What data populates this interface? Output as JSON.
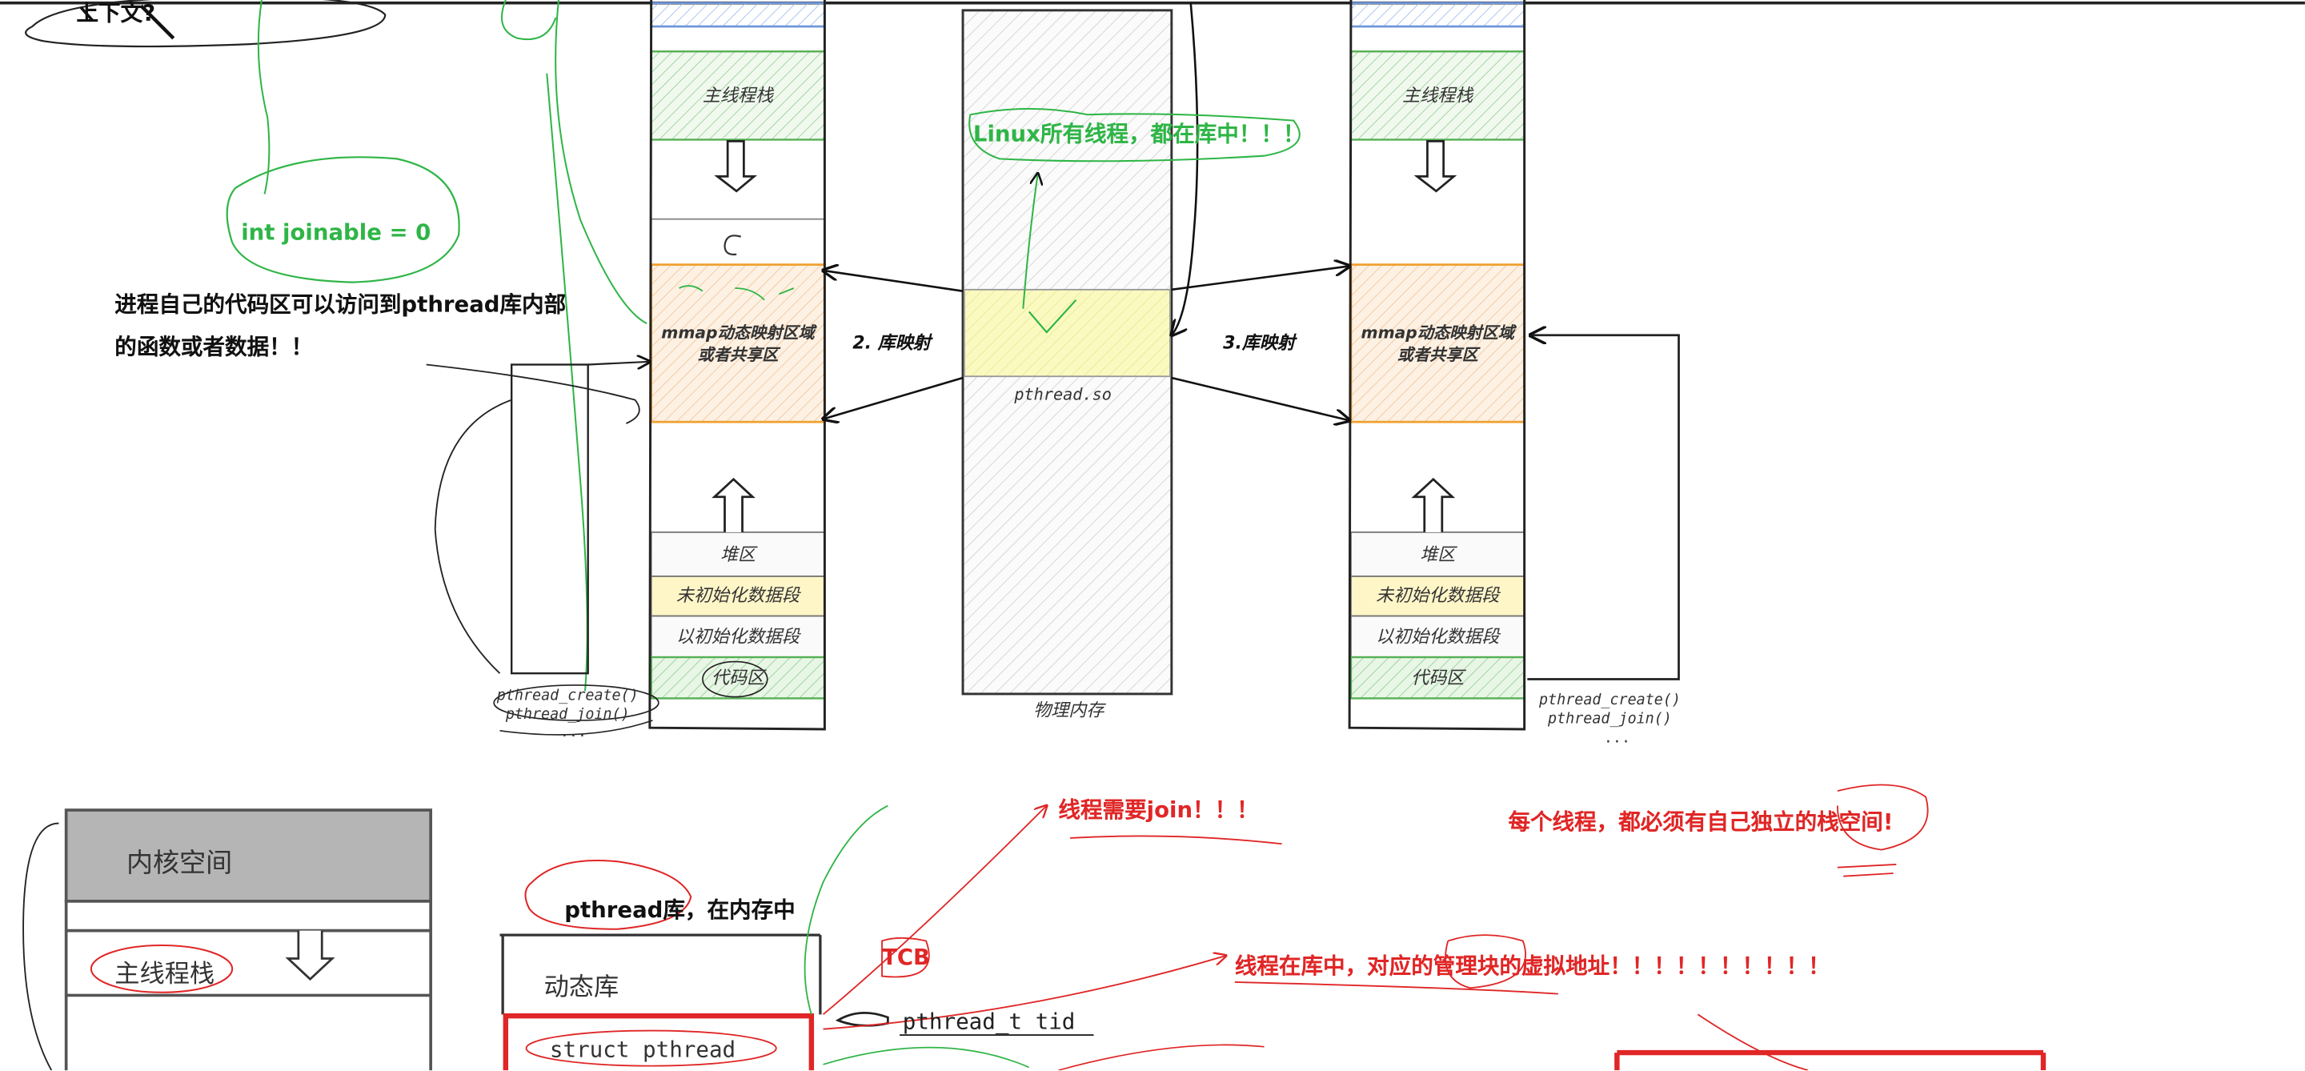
{
  "colors": {
    "green": "#2fb547",
    "red": "#e02626",
    "mmap_fill": "#fdf1e4",
    "mmap_border": "#f0a030",
    "code_fill": "#e8f6e6",
    "bss_fill": "#fff6c8",
    "highlight_yellow": "#fafac0",
    "kernel_gray": "#b5b5b5"
  },
  "top": {
    "context_label": "上下文?"
  },
  "left_process": {
    "main_stack": "主线程栈",
    "mmap": "mmap动态映射区域\n或者共享区",
    "heap": "堆区",
    "bss": "未初始化数据段",
    "data": "以初始化数据段",
    "code": "代码区",
    "api_create": "pthread_create()",
    "api_join": "pthread_join()",
    "api_more": "..."
  },
  "right_process": {
    "main_stack": "主线程栈",
    "mmap": "mmap动态映射区域\n或者共享区",
    "heap": "堆区",
    "bss": "未初始化数据段",
    "data": "以初始化数据段",
    "code": "代码区",
    "api_create": "pthread_create()",
    "api_join": "pthread_join()",
    "api_more": "..."
  },
  "physical": {
    "library": "pthread.so",
    "label": "物理内存",
    "map2": "2. 库映射",
    "map3": "3.库映射"
  },
  "annotations": {
    "all_threads": "Linux所有线程，都在库中！！！",
    "joinable": "int joinable = 0",
    "code_access_line1": "进程自己的代码区可以访问到pthread库内部",
    "code_access_line2": "的函数或者数据！！",
    "need_join": "线程需要join！！！",
    "own_stack": "每个线程，都必须有自己独立的栈空间!",
    "tcb": "TCB",
    "mgmt_addr": "线程在库中，对应的管理块的虚拟地址！！！！！！！！！！",
    "lib_in_memory": "pthread库，在内存中",
    "tid": "pthread_t tid"
  },
  "bottom_left": {
    "kernel": "内核空间",
    "main_stack": "主线程栈"
  },
  "bottom_lib": {
    "dynamic": "动态库",
    "struct_pthread": "struct pthread"
  }
}
